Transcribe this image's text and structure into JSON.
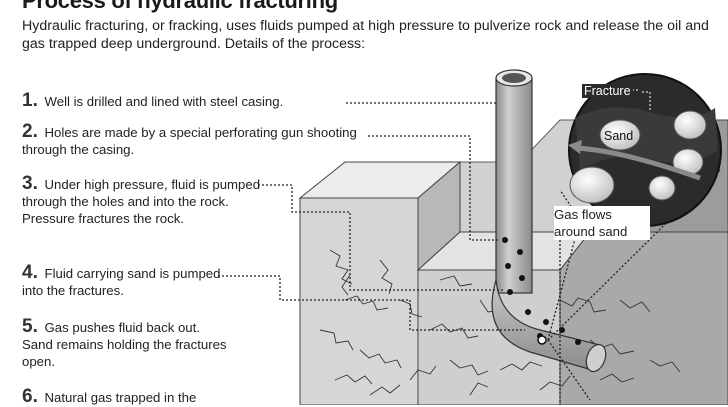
{
  "title": "Process of hydraulic fracturing",
  "intro": "Hydraulic fracturing, or fracking, uses fluids pumped at high pressure to pulverize rock and release the oil and gas trapped deep underground. Details of the process:",
  "steps": [
    {
      "num": "1.",
      "text": "Well is drilled and lined with steel casing."
    },
    {
      "num": "2.",
      "text": "Holes are made by a special perforating gun shooting through the casing."
    },
    {
      "num": "3.",
      "text": "Under high pressure, fluid is pumped through the holes and into the rock. Pressure fractures the rock."
    },
    {
      "num": "4.",
      "text": "Fluid carrying sand is pumped into the fractures."
    },
    {
      "num": "5.",
      "text": "Gas pushes fluid back out. Sand remains holding the fractures open."
    },
    {
      "num": "6.",
      "text": "Natural gas trapped in the"
    }
  ],
  "inset": {
    "fracture_label": "Fracture",
    "sand_label": "Sand",
    "gas_label": "Gas flows around sand"
  },
  "colors": {
    "ink": "#1a1a1a",
    "rock_light": "#d9d9d9",
    "rock_mid": "#b5b5b5",
    "rock_dark": "#9a9a9a",
    "pipe": "#a8a8a8"
  }
}
